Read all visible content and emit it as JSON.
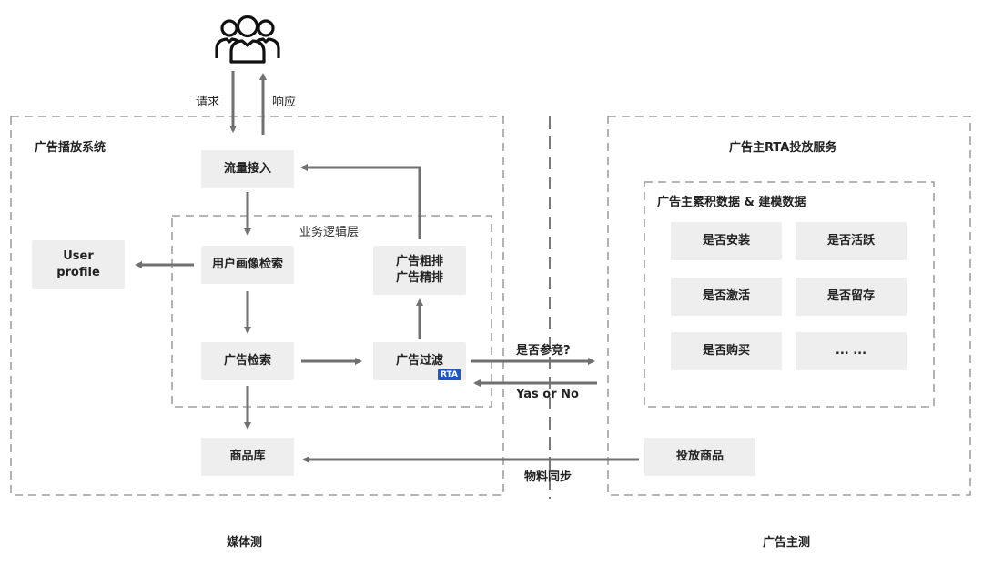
{
  "regions": {
    "ad_system_title": "广告播放系统",
    "business_layer_label": "业务逻辑层",
    "rta_service_title": "广告主RTA投放服务",
    "modeling_title": "广告主累积数据 & 建模数据",
    "media_side_caption": "媒体测",
    "advertiser_side_caption": "广告主测"
  },
  "nodes": {
    "traffic": "流量接入",
    "user_profile": "User\nprofile",
    "portrait_search": "用户画像检索",
    "ranking": "广告粗排\n广告精排",
    "ad_search": "广告检索",
    "ad_filter": "广告过滤",
    "rta_tag": "RTA",
    "product_db": "商品库",
    "deliver_product": "投放商品"
  },
  "modeling_items": [
    "是否安装",
    "是否活跃",
    "是否激活",
    "是否留存",
    "是否购买",
    "... ..."
  ],
  "edge_labels": {
    "request": "请求",
    "response": "响应",
    "participate": "是否参竞?",
    "yes_or_no": "Yas or No",
    "material_sync": "物料同步"
  },
  "colors": {
    "box_fill": "#eeeeee",
    "arrow": "#707070",
    "dashed_border": "#8a8a8a",
    "rta_tag": "#1e56c8"
  },
  "icons": {
    "users": "users-group-icon"
  }
}
